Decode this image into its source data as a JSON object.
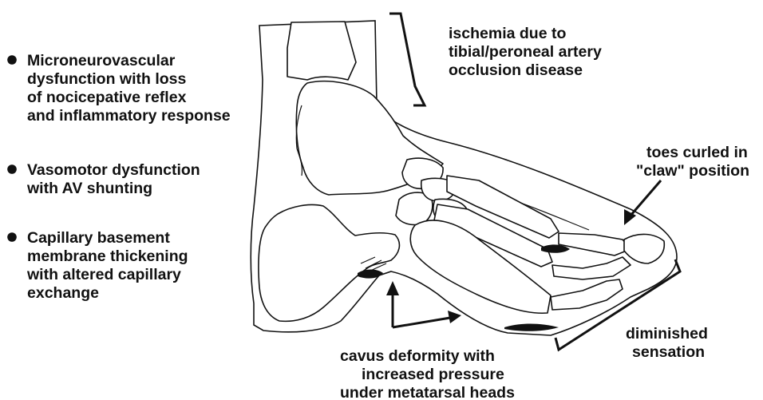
{
  "bullets": [
    {
      "lines": [
        "Microneurovascular",
        "dysfunction with loss",
        "of nocicepative reflex",
        "and inflammatory response"
      ]
    },
    {
      "lines": [
        "Vasomotor dysfunction",
        "with AV shunting"
      ]
    },
    {
      "lines": [
        "Capillary basement",
        "membrane thickening",
        "with altered capillary",
        "exchange"
      ]
    }
  ],
  "annotations": {
    "ischemia": [
      "ischemia due to",
      "tibial/peroneal artery",
      "occlusion disease"
    ],
    "toes": [
      "toes curled in",
      "\"claw\" position"
    ],
    "sensation": [
      "diminished",
      "sensation"
    ],
    "cavus": [
      "cavus deformity with",
      "increased pressure",
      "under metatarsal heads"
    ]
  }
}
